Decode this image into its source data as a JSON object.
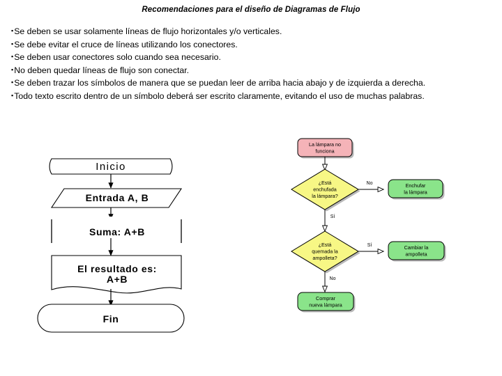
{
  "slide": {
    "title": "Recomendaciones para el diseño de Diagramas de Flujo",
    "bullet_marker": "▪",
    "bullets": [
      "Se deben se usar solamente líneas de flujo horizontales y/o verticales.",
      "Se debe evitar el cruce de líneas utilizando los conectores.",
      "Se deben usar conectores solo cuando sea necesario.",
      "No deben quedar líneas de flujo son conectar."
    ],
    "paragraphs": [
      "Se deben trazar los símbolos de manera que se puedan leer de arriba hacia abajo y de izquierda a derecha.",
      "Todo texto escrito dentro de un símbolo deberá ser escrito claramente, evitando el uso de muchas palabras."
    ]
  },
  "flowchart_left": {
    "name": "diagrama-suma",
    "nodes": {
      "start": {
        "label": "Inicio",
        "shape": "terminator"
      },
      "input": {
        "label": "Entrada A, B",
        "shape": "input-parallelogram"
      },
      "process": {
        "label": "Suma: A+B",
        "shape": "process-rectangle"
      },
      "output_line1": "El resultado es:",
      "output_line2": "A+B",
      "output_shape": "document",
      "end": {
        "label": "Fin",
        "shape": "terminator"
      }
    },
    "stroke": "#000000",
    "fill": "#ffffff"
  },
  "flowchart_right": {
    "name": "diagrama-lampara",
    "colors": {
      "start_fill": "#f5b3b8",
      "decision_fill": "#f7f785",
      "action_fill": "#8ae48a",
      "stroke": "#000000",
      "shadow": "#808080"
    },
    "nodes": {
      "start": {
        "line1": "La lámpara no",
        "line2": "funciona",
        "shape": "rounded-rect",
        "color": "#f5b3b8"
      },
      "decision1": {
        "line1": "¿Está",
        "line2": "enchufada",
        "line3": "la lámpara?",
        "shape": "diamond",
        "color": "#f7f785"
      },
      "action1": {
        "line1": "Enchufar",
        "line2": "la lámpara",
        "shape": "rounded-rect",
        "color": "#8ae48a"
      },
      "decision2": {
        "line1": "¿Está",
        "line2": "quemada la",
        "line3": "ampolleta?",
        "shape": "diamond",
        "color": "#f7f785"
      },
      "action2": {
        "line1": "Cambiar la",
        "line2": "ampolleta",
        "shape": "rounded-rect",
        "color": "#8ae48a"
      },
      "action3": {
        "line1": "Comprar",
        "line2": "nueva lámpara",
        "shape": "rounded-rect",
        "color": "#8ae48a"
      }
    },
    "branches": {
      "d1_right": "No",
      "d1_down": "Sí",
      "d2_right": "Sí",
      "d2_down": "No"
    }
  }
}
